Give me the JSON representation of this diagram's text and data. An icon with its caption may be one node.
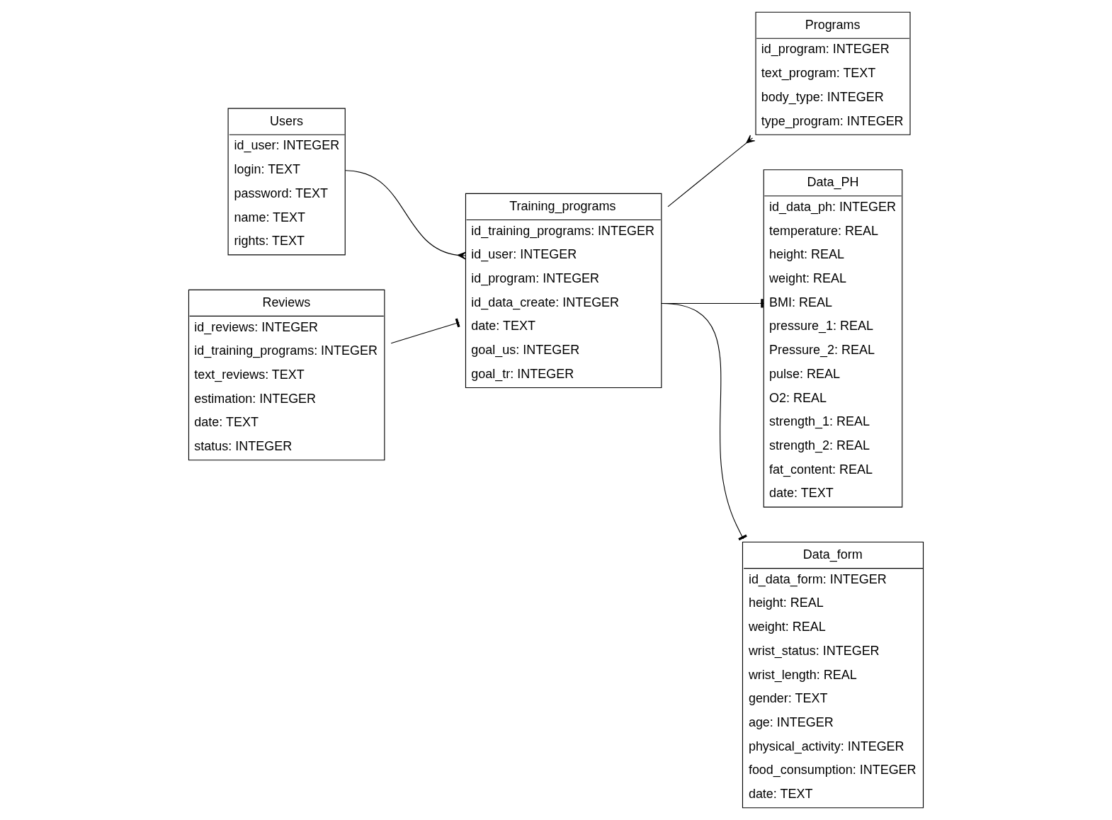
{
  "diagram": {
    "nodes": [
      {
        "text": [
          "Reviews",
          "id_reviews: INTEGER",
          "id_training_programs: INTEGER",
          "text_reviews: TEXT",
          "estimation: INTEGER",
          "date: TEXT",
          "status: INTEGER"
        ]
      },
      {
        "text": [
          "Programs",
          "id_program: INTEGER",
          "text_program: TEXT",
          "body_type: INTEGER",
          "type_program: INTEGER"
        ]
      },
      {
        "text": [
          "Users",
          "id_user: INTEGER",
          "login: TEXT",
          "password: TEXT",
          "name: TEXT",
          "rights: TEXT"
        ]
      },
      {
        "text": [
          "Data_PH",
          "id_data_ph: INTEGER",
          "temperature: REAL",
          "height: REAL",
          "weight: REAL",
          "BMI: REAL",
          "pressure_1: REAL",
          "Pressure_2: REAL",
          "pulse: REAL",
          "O2: REAL",
          "strength_1: REAL",
          "strength_2: REAL",
          "fat_content: REAL",
          "date: TEXT"
        ]
      },
      {
        "text": [
          "Data_form",
          "id_data_form: INTEGER",
          "height: REAL",
          "weight: REAL",
          "wrist_status: INTEGER",
          "wrist_length: REAL",
          "gender: TEXT",
          "age: INTEGER",
          "physical_activity: INTEGER",
          "food_consumption: INTEGER",
          "date: TEXT"
        ]
      },
      {
        "text": [
          "Training_programs",
          "id_training_programs: INTEGER",
          "id_user: INTEGER",
          "id_program: INTEGER",
          "id_data_create: INTEGER",
          "date: TEXT",
          "goal_us: INTEGER",
          "goal_tr: INTEGER"
        ]
      }
    ],
    "edges": [
      {
        "from": 0,
        "to": 5,
        "arrow": "other"
      },
      {
        "from": 5,
        "to": 1,
        "arrow": "other"
      },
      {
        "from": 2,
        "to": 5,
        "arrow": "other"
      },
      {
        "from": 5,
        "to": 4,
        "arrow": "other"
      },
      {
        "from": 5,
        "to": 3,
        "arrow": "other"
      }
    ]
  }
}
